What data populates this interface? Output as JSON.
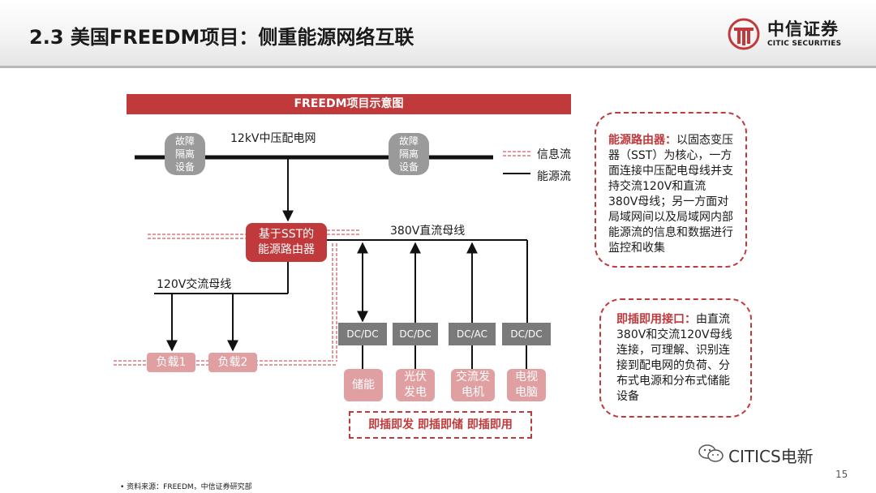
{
  "header": {
    "title": "2.3 美国FREEDM项目：侧重能源网络互联",
    "logo_cn": "中信证券",
    "logo_en": "CITIC SECURITIES",
    "logo_icon": "citic-logo-icon"
  },
  "diagram": {
    "title": "FREEDM项目示意图",
    "grid_label": "12kV中压配电网",
    "fault_isolation": [
      "故障",
      "隔离",
      "设备"
    ],
    "router": [
      "基于SST的",
      "能源路由器"
    ],
    "ac_bus": "120V交流母线",
    "dc_bus": "380V直流母线",
    "loads": [
      "负载1",
      "负载2"
    ],
    "converters": [
      "DC/DC",
      "DC/DC",
      "DC/AC",
      "DC/DC"
    ],
    "devices": [
      [
        "储能"
      ],
      [
        "光伏",
        "发电"
      ],
      [
        "交流发",
        "电机"
      ],
      [
        "电视",
        "电脑"
      ]
    ],
    "plug_and_play": "即插即发  即插即储  即插即用"
  },
  "legend": {
    "info_flow": "信息流",
    "energy_flow": "能源流"
  },
  "callouts": {
    "router": {
      "highlight": "能源路由器：",
      "text": "以固态变压器（SST）为核心，一方面连接中压配电母线并支持交流120V和直流380V母线；另一方面对局域网间以及局域网内部能源流的信息和数据进行监控和收集"
    },
    "plug": {
      "highlight": "即插即用接口：",
      "text": "由直流380V和交流120V母线连接，可理解、识别连接到配电网的负荷、分布式电源和分布式储能设备"
    }
  },
  "footer": {
    "wechat": "CITICS电新",
    "page": "15",
    "source": "• 资料来源：FREEDM，中信证券研究部"
  },
  "colors": {
    "accent": "#c0393b",
    "light_accent": "#e0a0a2",
    "gray": "#9a9a9a",
    "dark_gray": "#7a7a7a"
  }
}
